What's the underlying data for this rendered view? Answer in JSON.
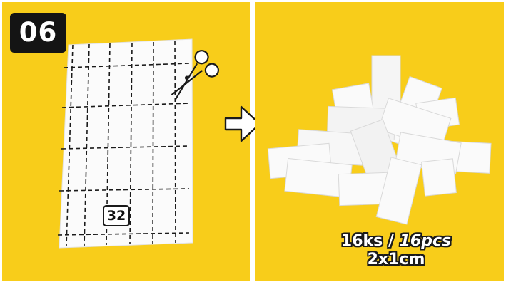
{
  "step": {
    "number": "06"
  },
  "paper": {
    "count_label": "32"
  },
  "caption": {
    "count_cz": "16ks",
    "separator": " / ",
    "count_en": "16pcs",
    "size": "2x1cm"
  },
  "icons": [
    "scissors-icon",
    "right-arrow-icon"
  ],
  "colors": {
    "background": "#f8cd1a",
    "paper": "#ffffff",
    "cut_lines": "#1a1a1a",
    "badge": "#141414"
  }
}
